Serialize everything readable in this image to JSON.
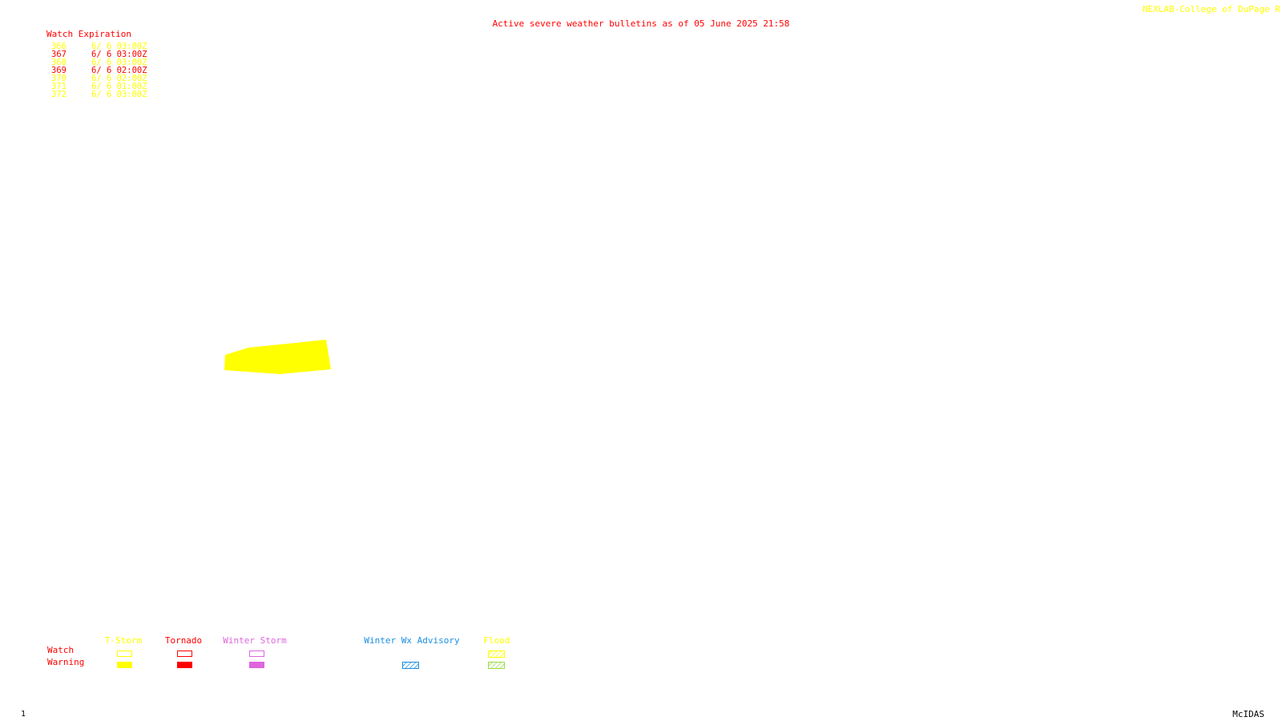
{
  "credit": "NEXLAB-College of DuPage R",
  "headline": "Active severe weather bulletins as of 05 June 2025 21:58",
  "watch_table": {
    "header": "Watch Expiration",
    "rows": [
      {
        "number": "366",
        "expires": "6/ 6 03:00Z",
        "type": "tstorm"
      },
      {
        "number": "367",
        "expires": "6/ 6 03:00Z",
        "type": "tornado"
      },
      {
        "number": "368",
        "expires": "6/ 6 03:00Z",
        "type": "tstorm"
      },
      {
        "number": "369",
        "expires": "6/ 6 02:00Z",
        "type": "tornado"
      },
      {
        "number": "370",
        "expires": "6/ 6 02:00Z",
        "type": "tstorm"
      },
      {
        "number": "371",
        "expires": "6/ 6 01:00Z",
        "type": "tstorm"
      },
      {
        "number": "372",
        "expires": "6/ 6 03:00Z",
        "type": "tstorm"
      }
    ]
  },
  "colors": {
    "tstorm": "#ffff00",
    "tornado": "#ff0000",
    "winter_storm": "#dd66dd",
    "winter_wx_advisory": "#1a8fe0",
    "flood": "#99dd44",
    "label": "#ff0000"
  },
  "legend": {
    "categories": [
      {
        "key": "tstorm",
        "label": "T-Storm",
        "warning_fill": "solid"
      },
      {
        "key": "tornado",
        "label": "Tornado",
        "warning_fill": "solid"
      },
      {
        "key": "winter_storm",
        "label": "Winter Storm",
        "warning_fill": "solid"
      },
      {
        "key": "winter_wx_advisory",
        "label": "Winter Wx Advisory",
        "warning_fill": "hatched"
      },
      {
        "key": "flood",
        "label": "Flood",
        "warning_fill": "hatched"
      }
    ],
    "row_labels": {
      "watch": "Watch",
      "warning": "Warning"
    }
  },
  "map_features": [
    {
      "kind": "tstorm-warning-polygon",
      "color": "#ffff00"
    }
  ],
  "footer": {
    "frame_number": "1",
    "software": "McIDAS"
  }
}
